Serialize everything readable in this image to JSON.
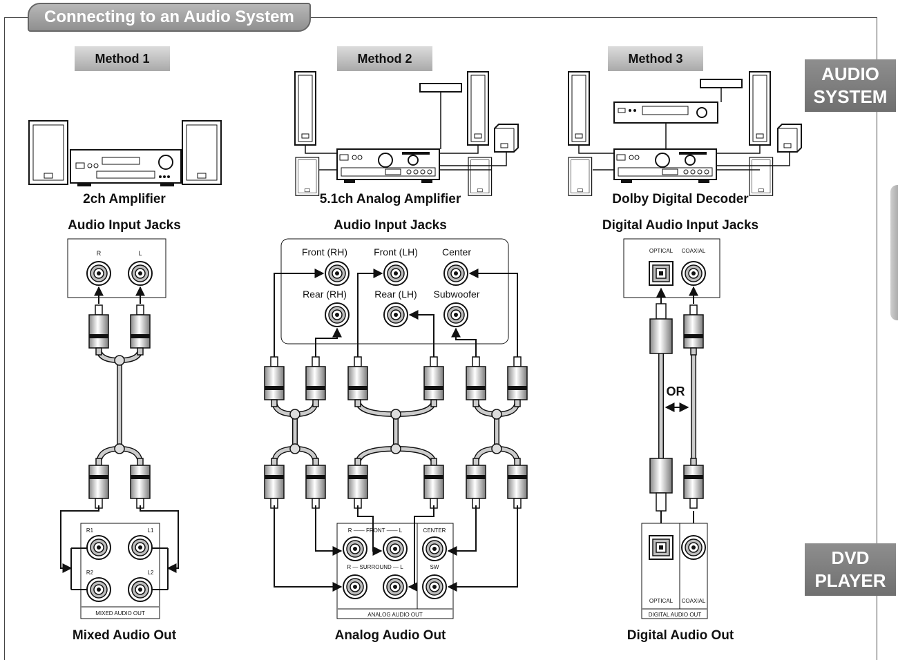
{
  "title": "Connecting to an Audio System",
  "side_tabs": {
    "top": [
      "AUDIO",
      "SYSTEM"
    ],
    "bottom": [
      "DVD",
      "PLAYER"
    ]
  },
  "methods": [
    {
      "label": "Method 1",
      "device": "2ch Amplifier",
      "input_caption": "Audio Input Jacks",
      "output_caption": "Mixed Audio Out",
      "input_jacks": [
        "R",
        "L"
      ],
      "output_jacks": [
        "R1",
        "L1",
        "R2",
        "L2"
      ],
      "output_panel": "MIXED AUDIO OUT"
    },
    {
      "label": "Method 2",
      "device": "5.1ch Analog Amplifier",
      "input_caption": "Audio Input Jacks",
      "output_caption": "Analog Audio Out",
      "input_jacks": [
        "Front (RH)",
        "Front (LH)",
        "Center",
        "Rear (RH)",
        "Rear (LH)",
        "Subwoofer"
      ],
      "output_labels": {
        "front": "R —— FRONT —— L",
        "center": "CENTER",
        "surround": "R — SURROUND — L",
        "sw": "SW"
      },
      "output_panel": "ANALOG AUDIO OUT"
    },
    {
      "label": "Method 3",
      "device": "Dolby Digital Decoder",
      "input_caption": "Digital Audio Input Jacks",
      "output_caption": "Digital Audio Out",
      "input_jacks": [
        "OPTICAL",
        "COAXIAL"
      ],
      "or_label": "OR",
      "output_jacks": [
        "OPTICAL",
        "COAXIAL"
      ],
      "output_panel": "DIGITAL AUDIO OUT"
    }
  ]
}
